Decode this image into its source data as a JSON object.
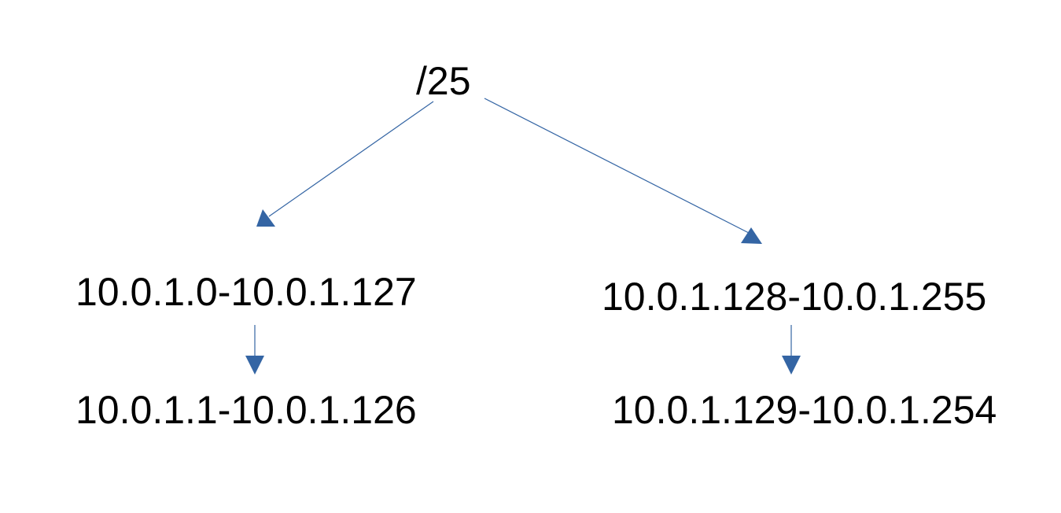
{
  "diagram": {
    "root_label": "/25",
    "left_branch": {
      "network_range": "10.0.1.0-10.0.1.127",
      "host_range": "10.0.1.1-10.0.1.126"
    },
    "right_branch": {
      "network_range": "10.0.1.128-10.0.1.255",
      "host_range": "10.0.1.129-10.0.1.254"
    }
  },
  "colors": {
    "arrow": "#3465a4",
    "text": "#000000",
    "background": "#ffffff"
  }
}
